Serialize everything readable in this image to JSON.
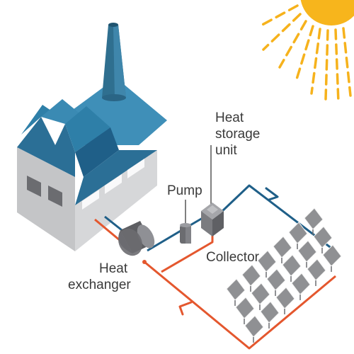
{
  "labels": {
    "heat_storage": [
      "Heat",
      "storage",
      "unit"
    ],
    "pump": "Pump",
    "collector": "Collector",
    "heat_exchanger": [
      "Heat",
      "exchanger"
    ]
  },
  "colors": {
    "sun": "#f6b21c",
    "factory_roof": "#2e7fa8",
    "factory_wall": "#c8c9cb",
    "chimney": "#2f6f8f",
    "hot_pipe": "#e4572e",
    "cold_pipe": "#1f5f88",
    "panel": "#8f9093",
    "equipment": "#6b6c70",
    "label_text": "#3a3a3a"
  },
  "icons": [
    "sun-icon",
    "factory-icon",
    "chimney-icon",
    "pump-icon",
    "heat-exchanger-icon",
    "storage-unit-icon",
    "collector-panel-icon",
    "flow-arrow-icon"
  ]
}
